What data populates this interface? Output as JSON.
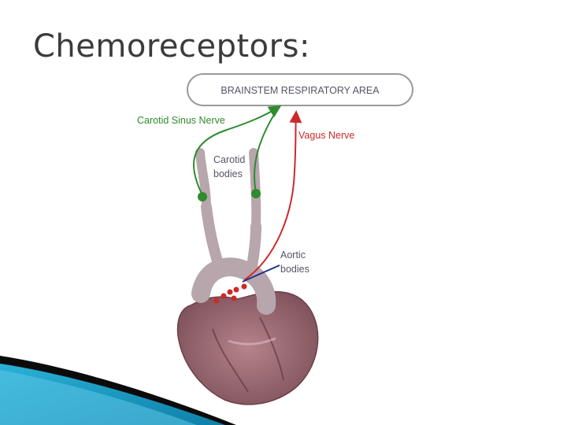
{
  "slide": {
    "title": "Chemoreceptors:"
  },
  "diagram": {
    "brainstem_label": "BRAINSTEM RESPIRATORY AREA",
    "carotid_sinus_nerve_label": "Carotid Sinus Nerve",
    "vagus_nerve_label": "Vagus Nerve",
    "carotid_bodies_label": [
      "Carotid",
      "bodies"
    ],
    "aortic_bodies_label": [
      "Aortic",
      "bodies"
    ]
  },
  "colors": {
    "title": "#3b3b3b",
    "carotid_green": "#2e8b2e",
    "vagus_red": "#cc2a2a",
    "aortic_blue": "#1f2f8a",
    "label_gray": "#555566",
    "heart": "#9e6f78",
    "vessel": "#b7a6ab",
    "accent_teal": "#1aa0c8"
  }
}
